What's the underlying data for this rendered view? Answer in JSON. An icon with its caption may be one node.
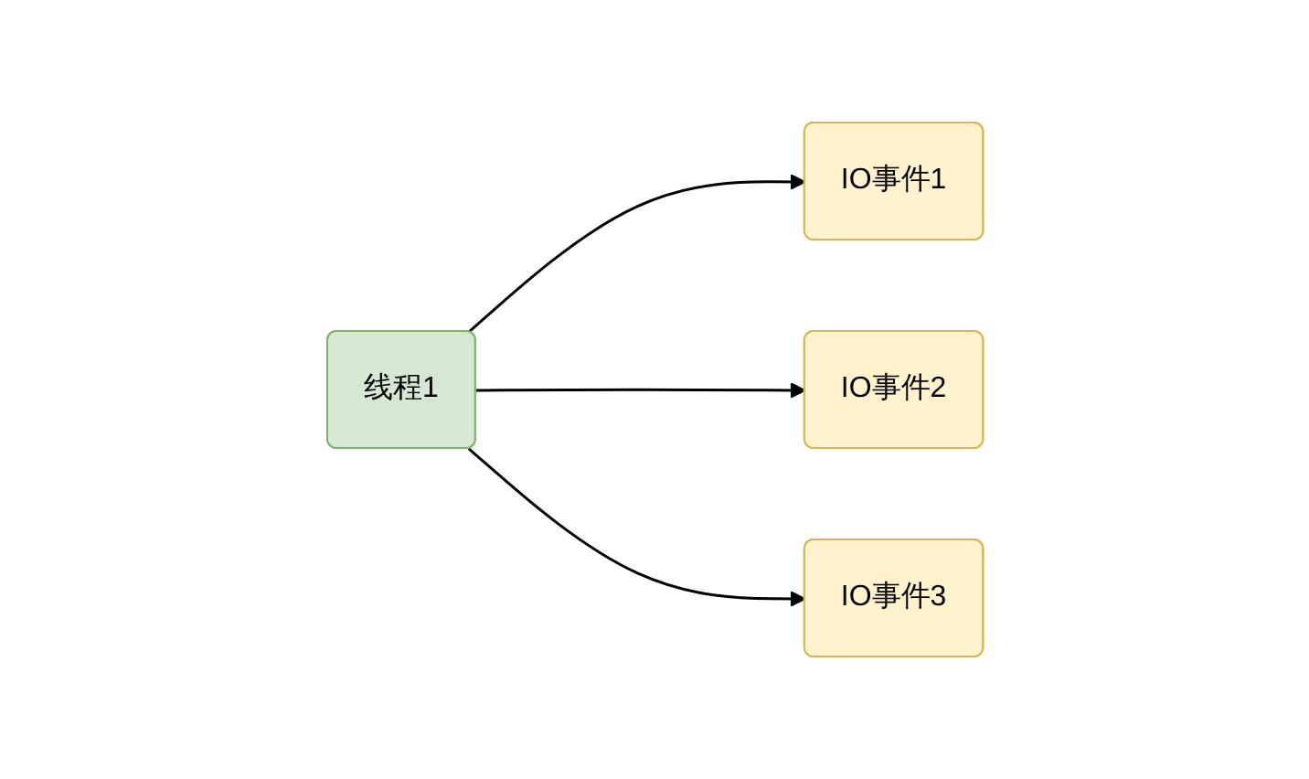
{
  "diagram": {
    "nodes": [
      {
        "text": [
          "线程1"
        ]
      },
      {
        "text": [
          "IO事件1"
        ]
      },
      {
        "text": [
          "IO事件2"
        ]
      },
      {
        "text": [
          "IO事件3"
        ]
      }
    ],
    "edges": [
      {
        "from": 0,
        "to": 1,
        "arrow": "to"
      },
      {
        "from": 0,
        "to": 2,
        "arrow": "to"
      },
      {
        "from": 0,
        "to": 3,
        "arrow": "to"
      }
    ]
  }
}
